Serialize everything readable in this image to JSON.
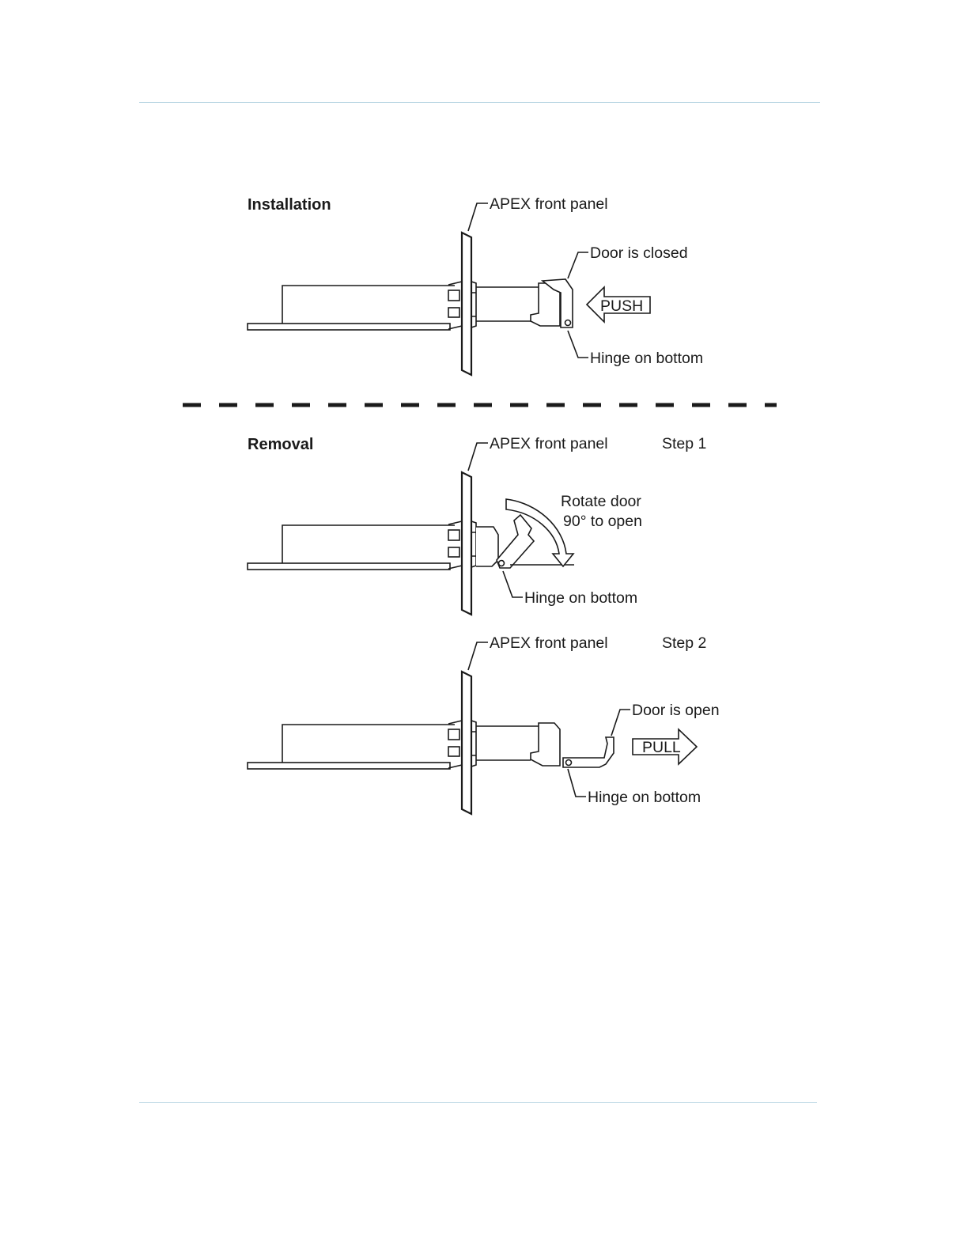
{
  "installation": {
    "heading": "Installation",
    "panel_label": "APEX front panel",
    "door_label": "Door is closed",
    "push_label": "PUSH",
    "hinge_label": "Hinge on bottom"
  },
  "removal": {
    "heading": "Removal",
    "step1": {
      "panel_label": "APEX front panel",
      "step_label": "Step 1",
      "rotate_line1": "Rotate door",
      "rotate_line2": "90° to open",
      "hinge_label": "Hinge on bottom"
    },
    "step2": {
      "panel_label": "APEX front panel",
      "step_label": "Step 2",
      "door_label": "Door is open",
      "pull_label": "PULL",
      "hinge_label": "Hinge on bottom"
    }
  },
  "colors": {
    "ink": "#1a1a1a",
    "rule": "#b9d6e3"
  }
}
